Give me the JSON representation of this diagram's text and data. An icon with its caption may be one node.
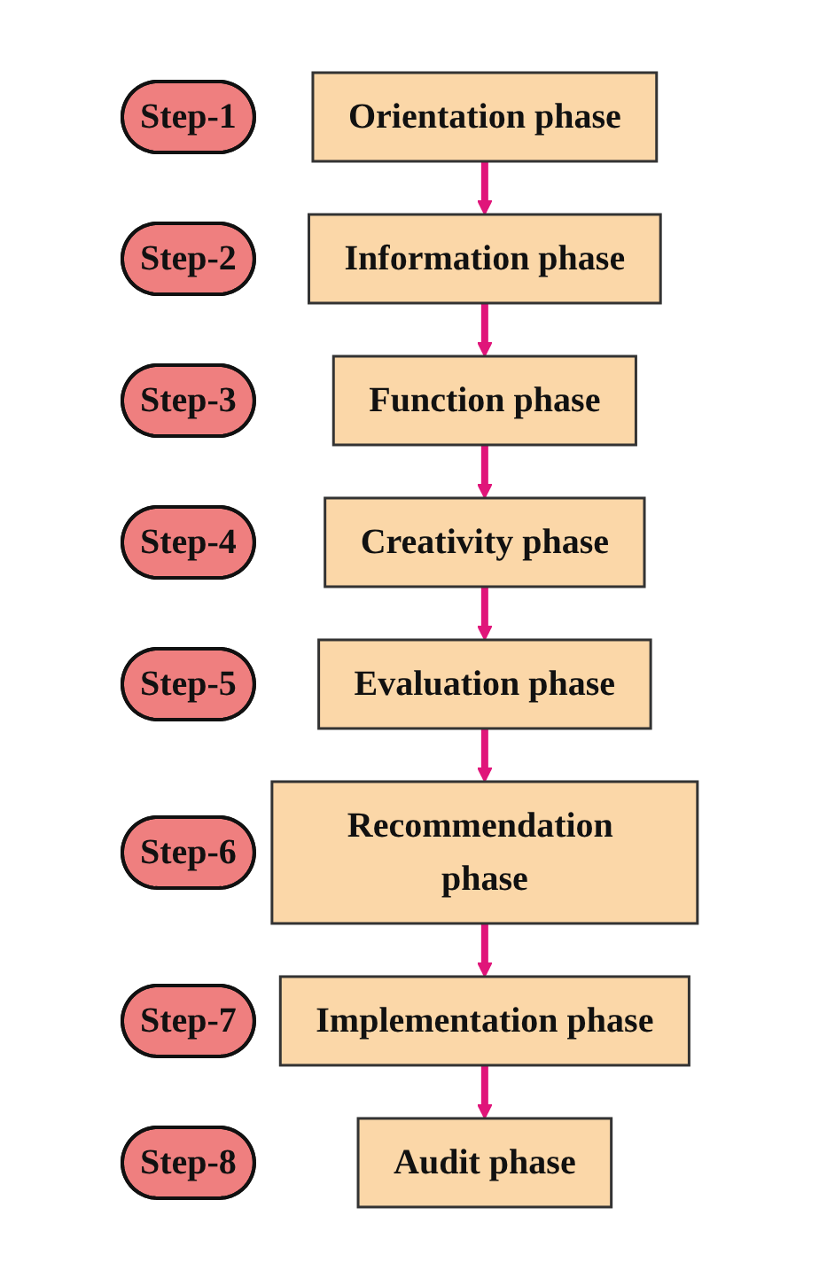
{
  "diagram": {
    "nodes": [
      {
        "text": [
          "Step-1"
        ]
      },
      {
        "text": [
          "Orientation phase"
        ]
      },
      {
        "text": [
          "Step-2"
        ]
      },
      {
        "text": [
          "Information phase"
        ]
      },
      {
        "text": [
          "Step-3"
        ]
      },
      {
        "text": [
          "Function phase"
        ]
      },
      {
        "text": [
          "Step-4"
        ]
      },
      {
        "text": [
          "Creativity phase"
        ]
      },
      {
        "text": [
          "Step-5"
        ]
      },
      {
        "text": [
          "Evaluation phase"
        ]
      },
      {
        "text": [
          "Step-6"
        ]
      },
      {
        "text": [
          "Recommendation phase"
        ]
      },
      {
        "text": [
          "Step-7"
        ]
      },
      {
        "text": [
          "Implementation phase"
        ]
      },
      {
        "text": [
          "Step-8"
        ]
      },
      {
        "text": [
          "Audit phase"
        ]
      }
    ],
    "edges": [
      {
        "from": 1,
        "to": 3,
        "arrow": "to"
      },
      {
        "from": 3,
        "to": 5,
        "arrow": "to"
      },
      {
        "from": 5,
        "to": 7,
        "arrow": "to"
      },
      {
        "from": 7,
        "to": 9,
        "arrow": "to"
      },
      {
        "from": 9,
        "to": 11,
        "arrow": "to"
      },
      {
        "from": 11,
        "to": 13,
        "arrow": "to"
      },
      {
        "from": 13,
        "to": 15,
        "arrow": "to"
      }
    ]
  }
}
